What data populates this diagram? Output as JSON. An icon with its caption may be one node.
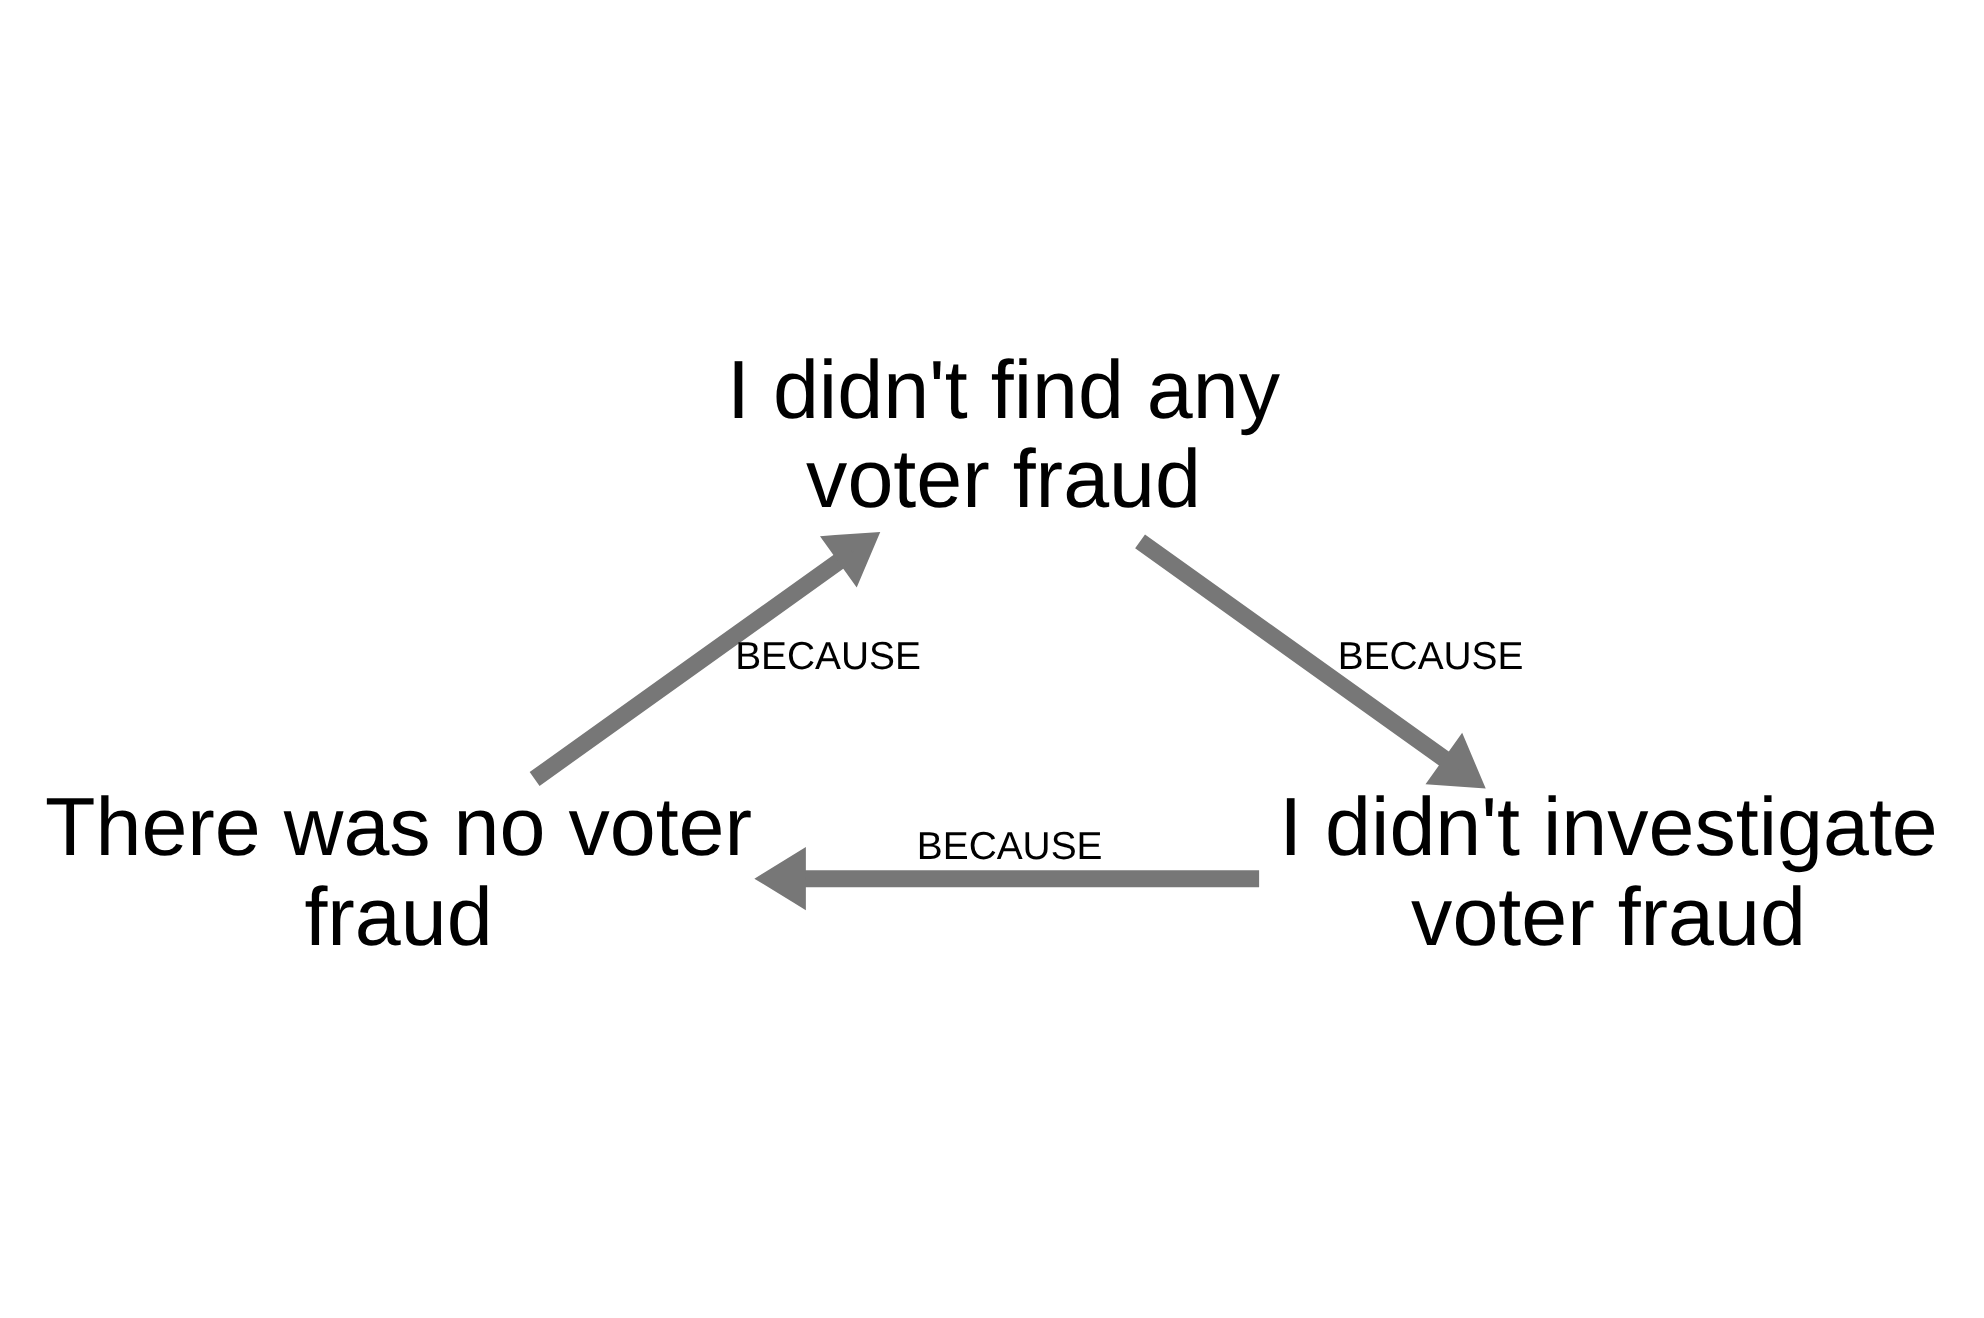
{
  "diagram": {
    "nodes": [
      {
        "text": [
          "I didn't find any voter fraud"
        ]
      },
      {
        "text": [
          "I didn't investigate voter fraud"
        ]
      },
      {
        "text": [
          "There was no voter fraud"
        ]
      }
    ],
    "edges": [
      {
        "from": 0,
        "to": 1,
        "arrow": "to",
        "label": "BECAUSE"
      },
      {
        "from": 1,
        "to": 2,
        "arrow": "to",
        "label": "BECAUSE"
      },
      {
        "from": 2,
        "to": 0,
        "arrow": "to",
        "label": "BECAUSE"
      }
    ]
  }
}
